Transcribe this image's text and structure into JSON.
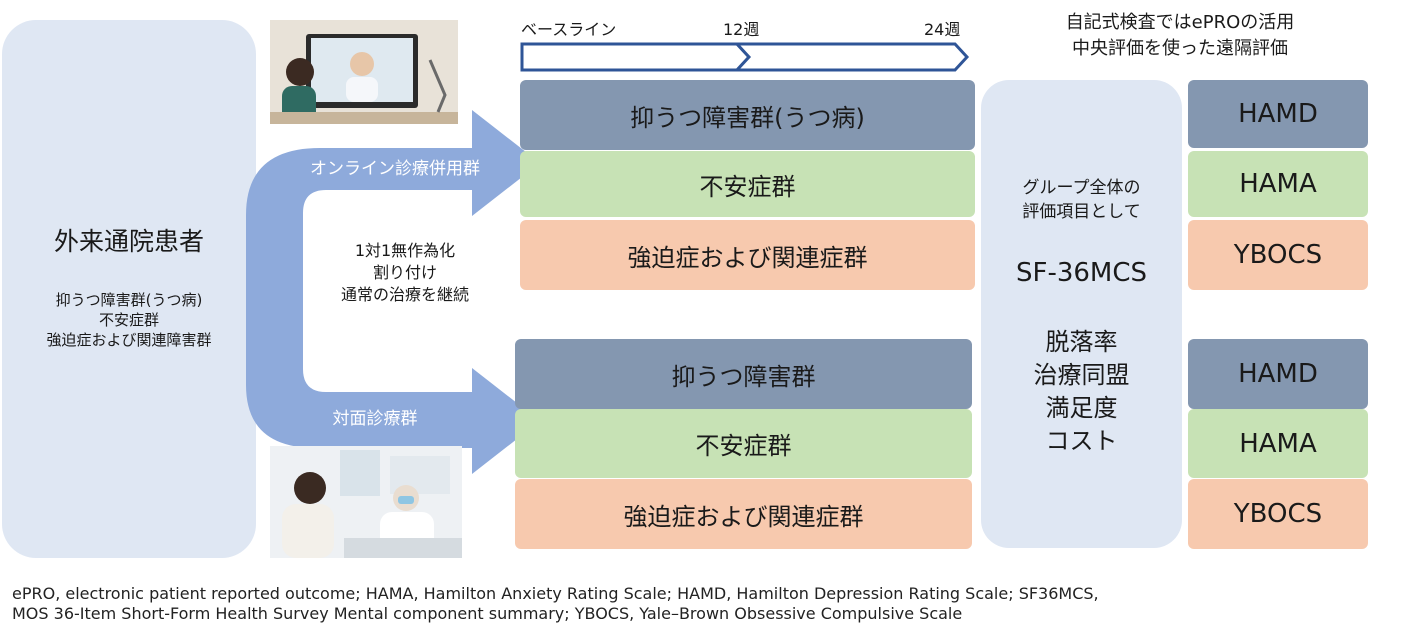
{
  "patients": {
    "title": "外来通院患者",
    "items": [
      "抑うつ障害群(うつ病)",
      "不安症群",
      "強迫症および関連障害群"
    ]
  },
  "arms": {
    "online_label": "オンライン診療併用群",
    "inperson_label": "対面診療群",
    "randomization": [
      "1対1無作為化",
      "割り付け",
      "通常の治療を継続"
    ]
  },
  "timeline": {
    "baseline": "ベースライン",
    "week12": "12週",
    "week24": "24週"
  },
  "header": [
    "自記式検査ではePROの活用",
    "中央評価を使った遠隔評価"
  ],
  "groups_online": [
    "抑うつ障害群(うつ病)",
    "不安症群",
    "強迫症および関連症群"
  ],
  "groups_inperson": [
    "抑うつ障害群",
    "不安症群",
    "強迫症および関連症群"
  ],
  "overall": {
    "caption": [
      "グループ全体の",
      "評価項目として"
    ],
    "primary": "SF-36MCS",
    "secondary": [
      "脱落率",
      "治療同盟",
      "満足度",
      "コスト"
    ]
  },
  "scales_online": [
    "HAMD",
    "HAMA",
    "YBOCS"
  ],
  "scales_inperson": [
    "HAMD",
    "HAMA",
    "YBOCS"
  ],
  "footnote": [
    "ePRO, electronic patient reported outcome; HAMA, Hamilton Anxiety Rating Scale; HAMD, Hamilton Depression Rating Scale; SF36MCS,",
    "MOS 36-Item Short-Form Health Survey Mental component summary; YBOCS, Yale–Brown Obsessive Compulsive Scale"
  ],
  "colors": {
    "depression": "#8497b0",
    "anxiety": "#c7e2b5",
    "ocd": "#f7c9ae",
    "panel": "#dfe7f3",
    "arrow": "#8eaadb",
    "timeline": "#2f5597"
  }
}
